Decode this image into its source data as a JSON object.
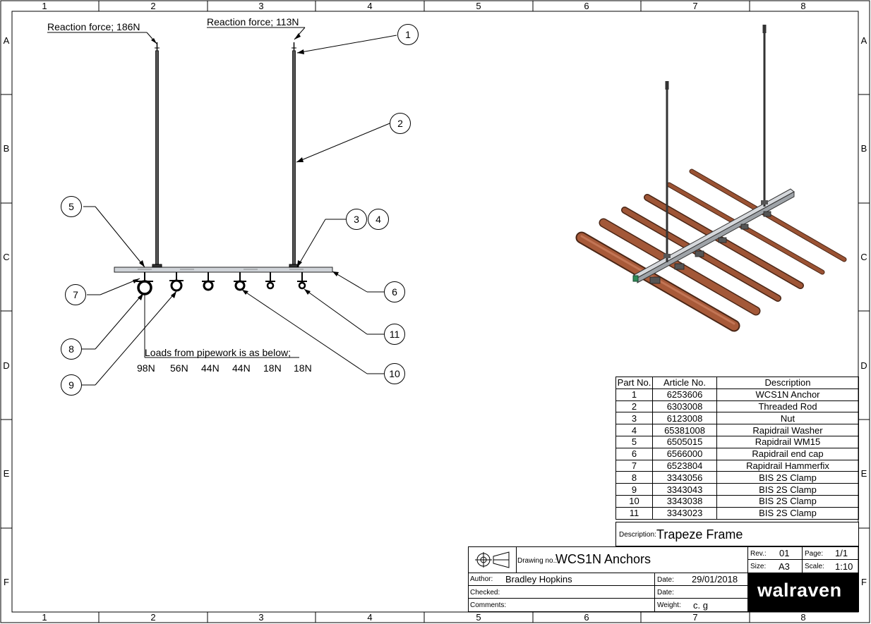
{
  "grid": {
    "columns": [
      "1",
      "2",
      "3",
      "4",
      "5",
      "6",
      "7",
      "8"
    ],
    "rows": [
      "A",
      "B",
      "C",
      "D",
      "E",
      "F"
    ]
  },
  "annotations": {
    "reaction_left": "Reaction force; 186N",
    "reaction_right": "Reaction force; 113N",
    "loads_title": "Loads from pipework is as below;",
    "loads": [
      "98N",
      "56N",
      "44N",
      "44N",
      "18N",
      "18N"
    ]
  },
  "balloons": [
    "1",
    "2",
    "3",
    "4",
    "5",
    "6",
    "7",
    "8",
    "9",
    "10",
    "11"
  ],
  "parts_table": {
    "headers": [
      "Part No.",
      "Article No.",
      "Description"
    ],
    "rows": [
      [
        "1",
        "6253606",
        "WCS1N Anchor"
      ],
      [
        "2",
        "6303008",
        "Threaded Rod"
      ],
      [
        "3",
        "6123008",
        "Nut"
      ],
      [
        "4",
        "65381008",
        "Rapidrail Washer"
      ],
      [
        "5",
        "6505015",
        "Rapidrail WM15"
      ],
      [
        "6",
        "6566000",
        "Rapidrail end cap"
      ],
      [
        "7",
        "6523804",
        "Rapidrail Hammerfix"
      ],
      [
        "8",
        "3343056",
        "BIS 2S Clamp"
      ],
      [
        "9",
        "3343043",
        "BIS 2S Clamp"
      ],
      [
        "10",
        "3343038",
        "BIS 2S Clamp"
      ],
      [
        "11",
        "3343023",
        "BIS 2S Clamp"
      ]
    ]
  },
  "title_block": {
    "description_label": "Description:",
    "description": "Trapeze Frame",
    "drawing_no_label": "Drawing no.:",
    "drawing_no": "WCS1N Anchors",
    "rev_label": "Rev.:",
    "rev": "01",
    "page_label": "Page:",
    "page": "1/1",
    "size_label": "Size:",
    "size": "A3",
    "scale_label": "Scale:",
    "scale": "1:10",
    "author_label": "Author:",
    "author": "Bradley Hopkins",
    "date_label": "Date:",
    "date": "29/01/2018",
    "checked_label": "Checked:",
    "date2_label": "Date:",
    "comments_label": "Comments:",
    "weight_label": "Weight:",
    "weight": "c. g",
    "brand": "walraven"
  }
}
